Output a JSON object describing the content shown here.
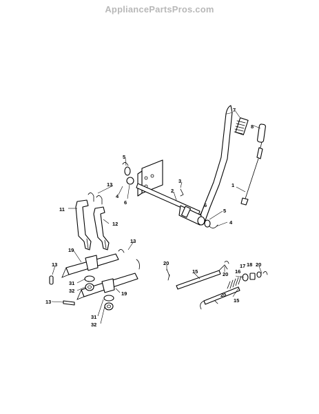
{
  "watermark": "AppliancePartsPros.com",
  "labels": {
    "l7": "7",
    "l8": "8",
    "l1": "1",
    "l5a": "5",
    "l4a": "4",
    "l6a": "6",
    "l3": "3",
    "l2": "2",
    "l13a": "13",
    "l11": "11",
    "l12": "12",
    "l6b": "6",
    "l5b": "5",
    "l4b": "4",
    "l19a": "19",
    "l13b": "13",
    "l13c": "13",
    "l31a": "31",
    "l32a": "32",
    "l13d": "13",
    "l19b": "19",
    "l31b": "31",
    "l32b": "32",
    "l20a": "20",
    "l15a": "15",
    "l20b": "20",
    "l16": "16",
    "l17": "17",
    "l18": "18",
    "l20c": "20",
    "l20d": "20",
    "l15b": "15"
  }
}
